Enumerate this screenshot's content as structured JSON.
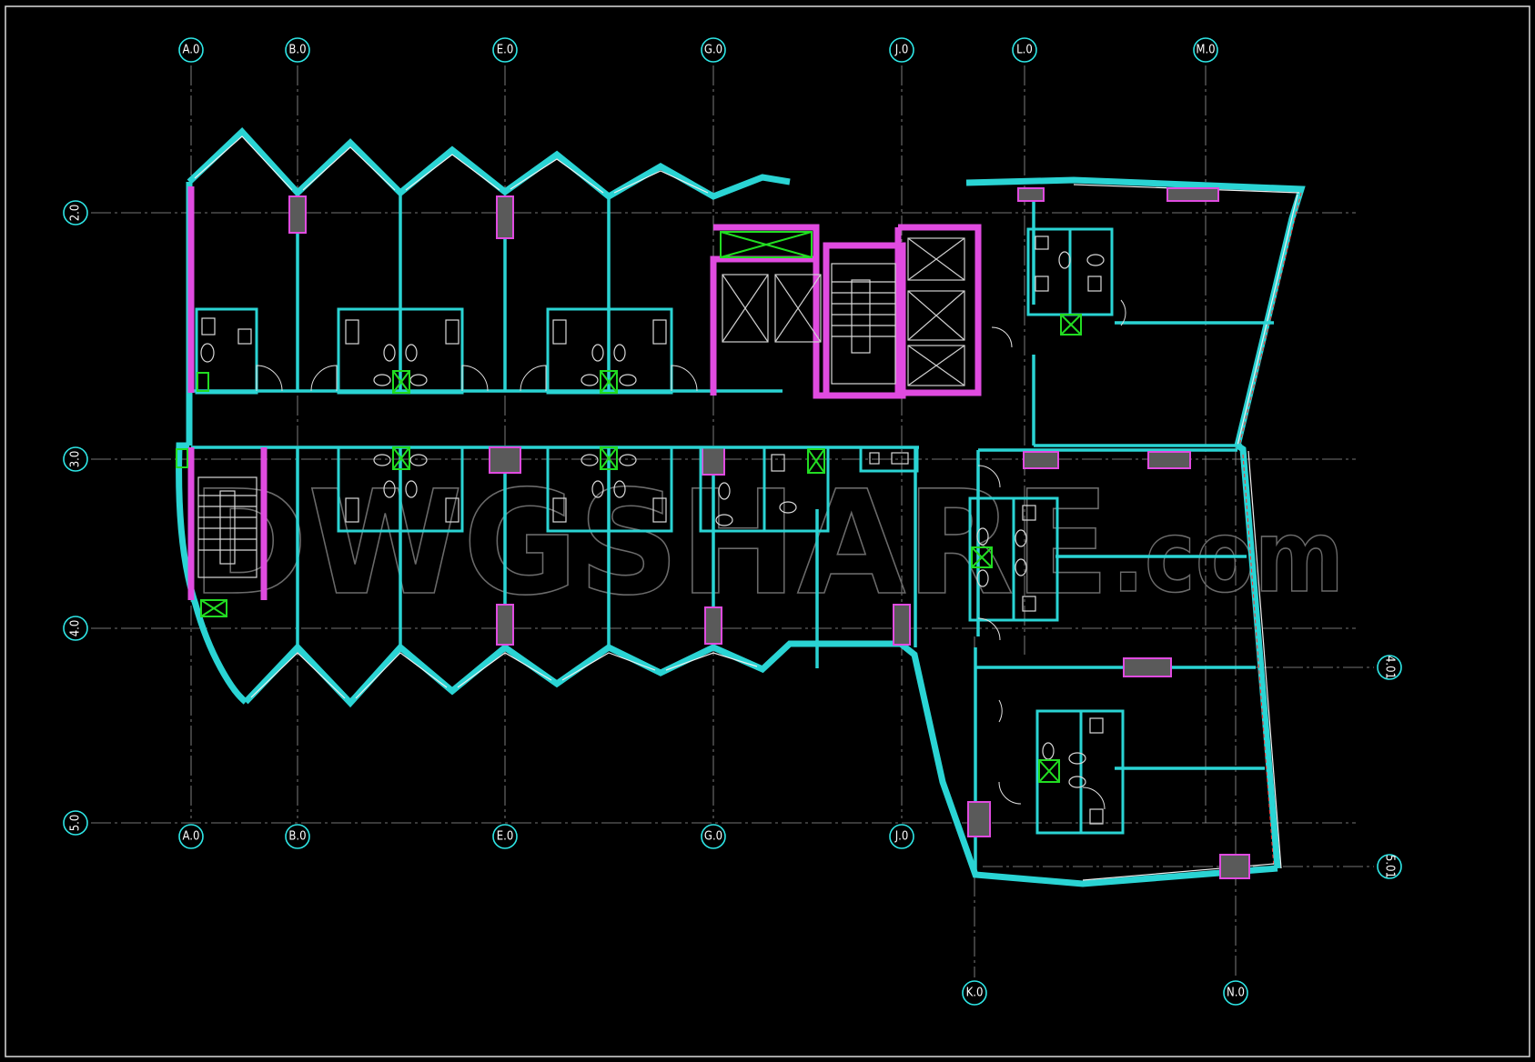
{
  "title": "",
  "watermark": {
    "text_main": "DWGSHARE",
    "text_suffix": ".com"
  },
  "grid_axes": {
    "vertical_top": [
      "A.0",
      "B.0",
      "E.0",
      "G.0",
      "J.0",
      "L.0",
      "M.0"
    ],
    "vertical_bottom": [
      "A.0",
      "B.0",
      "E.0",
      "G.0",
      "J.0"
    ],
    "vertical_lower": [
      "K.0",
      "N.0"
    ],
    "horizontal_left": [
      "2.0",
      "3.0",
      "4.0",
      "5.0"
    ],
    "horizontal_right": [
      "4.01",
      "5.01"
    ]
  },
  "colors": {
    "background": "#000000",
    "wall": "#2ad4d4",
    "shear_wall": "#e04be0",
    "shaft": "#22dd22",
    "grid_bubble": "#2ee6e6",
    "grid_line": "#9a9a9a",
    "window": "#f0f0f0",
    "fixture": "#d8d8d8"
  }
}
